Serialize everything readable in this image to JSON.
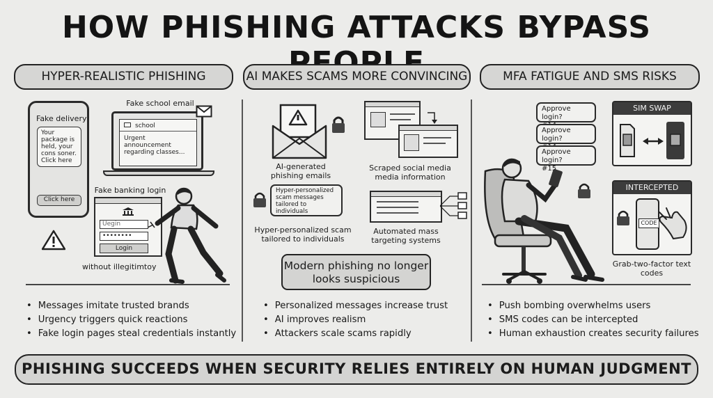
{
  "title": "HOW PHISHING ATTACKS BYPASS PEOPLE",
  "panels": [
    {
      "heading": "HYPER-REALISTIC PHISHING",
      "phone": {
        "title": "Fake delivery",
        "message": "Your package is held, your cons soner. Click here",
        "button": "Click here"
      },
      "laptop": {
        "caption": "Fake school email",
        "from": "school",
        "body": "Urgent announcement regarding classes..."
      },
      "bank": {
        "caption": "Fake banking login",
        "user_placeholder": "Uegin",
        "password_dots": "••••••••",
        "button": "Login"
      },
      "footnote": "without illegitimtoy",
      "bullets": [
        "Messages imitate trusted brands",
        "Urgency triggers quick reactions",
        "Fake login pages steal credentials instantly"
      ]
    },
    {
      "heading": "AI MAKES SCAMS MORE CONVINCING",
      "items": [
        "AI-generated phishing emails",
        "Scraped social media media information",
        "Hyper-personalized scam tailored to individuals",
        "Automated mass targeting systems"
      ],
      "bubble_text": "Hyper-personalized scam messages tailored to individuals",
      "callout": "Modern phishing no longer looks suspicious",
      "bullets": [
        "Personalized messages increase trust",
        "AI improves realism",
        "Attackers scale scams rapidly"
      ]
    },
    {
      "heading": "MFA FATIGUE AND SMS RISKS",
      "approvals": [
        {
          "line1": "Approve login?",
          "line2": "#14"
        },
        {
          "line1": "Approve login?",
          "line2": "#14"
        },
        {
          "line1": "Approve login?",
          "line2": "#15"
        }
      ],
      "sim_swap": "SIM SWAP",
      "intercepted": "INTERCEPTED",
      "code": "CODE",
      "intercept_caption": "Grab-two-factor text codes",
      "bullets": [
        "Push bombing overwhelms users",
        "SMS codes can be intercepted",
        "Human exhaustion creates security failures"
      ]
    }
  ],
  "footer": "PHISHING SUCCEEDS WHEN SECURITY RELIES ENTIRELY ON HUMAN JUDGMENT"
}
